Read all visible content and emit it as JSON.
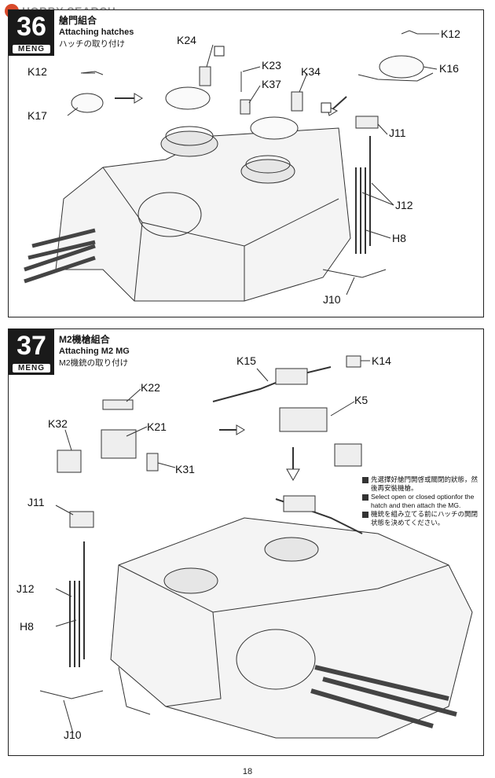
{
  "watermark": "HOBBY SEARCH",
  "brand": "MENG",
  "steps": [
    {
      "number": "36",
      "title_zh": "艙門組合",
      "title_en": "Attaching hatches",
      "title_jp": "ハッチの取り付け",
      "labels": {
        "k24": "K24",
        "k23": "K23",
        "k37": "K37",
        "k34": "K34",
        "k12a": "K12",
        "k12b": "K12",
        "k16": "K16",
        "k17": "K17",
        "j11": "J11",
        "j12": "J12",
        "h8": "H8",
        "j10": "J10"
      }
    },
    {
      "number": "37",
      "title_zh": "M2機槍組合",
      "title_en": "Attaching M2 MG",
      "title_jp": "M2機銃の取り付け",
      "labels": {
        "k15": "K15",
        "k14": "K14",
        "k5": "K5",
        "k22": "K22",
        "k32": "K32",
        "k21": "K21",
        "k31": "K31",
        "j11": "J11",
        "j12": "J12",
        "h8": "H8",
        "j10": "J10"
      },
      "note": [
        "先選擇好艙門開啓或關閉的狀態，然後再安裝機槍。",
        "Select open or closed optionfor the hatch and then attach the MG.",
        "機銃を組み立てる前にハッチの開閉状態を決めてください。"
      ]
    }
  ],
  "page_number": "18"
}
